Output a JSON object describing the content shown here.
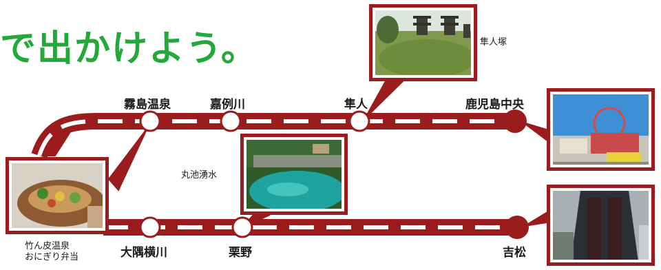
{
  "heading": "で出かけよう。",
  "stations": {
    "kirishima_onsen": "霧島温泉",
    "kareigawa": "嘉例川",
    "hayato": "隼人",
    "kagoshima_chuo": "鹿児島中央",
    "osumi_yokogawa": "大隅横川",
    "kurino": "栗野",
    "yoshimatsu": "吉松"
  },
  "captions": {
    "hayato_zuka": "隼人塚",
    "maruike": "丸池湧水",
    "bento_line1": "竹ん皮温泉",
    "bento_line2": "おにぎり弁当"
  },
  "colors": {
    "track": "#9b1c1c",
    "heading": "#23a83a",
    "station_fill": "#ffffff"
  }
}
